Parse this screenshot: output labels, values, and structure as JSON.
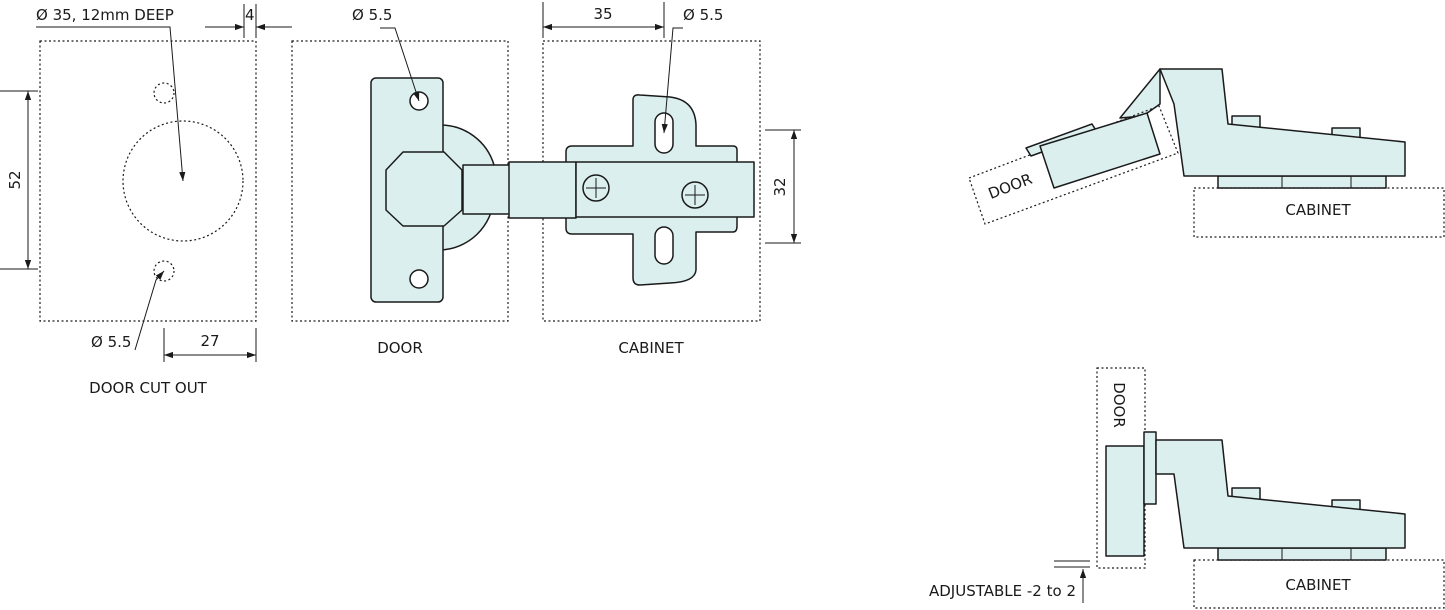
{
  "labels": {
    "cup_hole": "Ø 35, 12mm DEEP",
    "edge_offset": "4",
    "door_screw_hole": "Ø 5.5",
    "plate_spacing": "35",
    "plate_screw_hole": "Ø 5.5",
    "hole_spacing": "52",
    "plate_height": "32",
    "cutout_screw_hole": "Ø 5.5",
    "cutout_center": "27",
    "door_cutout": "DOOR CUT OUT",
    "door_view": "DOOR",
    "cabinet_view": "CABINET",
    "open_door": "DOOR",
    "open_cabinet": "CABINET",
    "closed_door": "DOOR",
    "closed_cabinet": "CABINET",
    "adjustable": "ADJUSTABLE -2 to 2"
  },
  "colors": {
    "part_fill": "#dcefef",
    "outline": "#1a1a1a",
    "background": "#ffffff"
  }
}
